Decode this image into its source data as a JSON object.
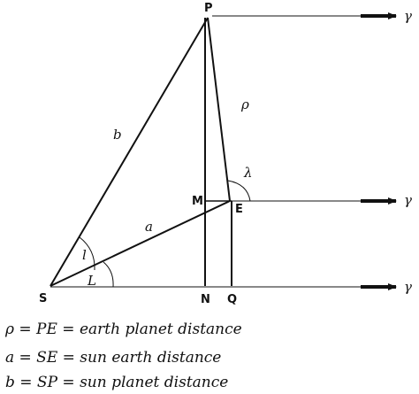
{
  "points": {
    "P": "P",
    "S": "S",
    "M": "M",
    "E": "E",
    "N": "N",
    "Q": "Q"
  },
  "symbols": {
    "b": "b",
    "a": "a",
    "rho": "ρ",
    "lambda": "λ",
    "l": "l",
    "L": "L",
    "gamma_top": "γ",
    "gamma_mid": "γ",
    "gamma_bottom": "γ"
  },
  "legend": [
    "ρ = PE = earth planet distance",
    "a = SE = sun earth distance",
    "b = SP = sun planet distance"
  ]
}
